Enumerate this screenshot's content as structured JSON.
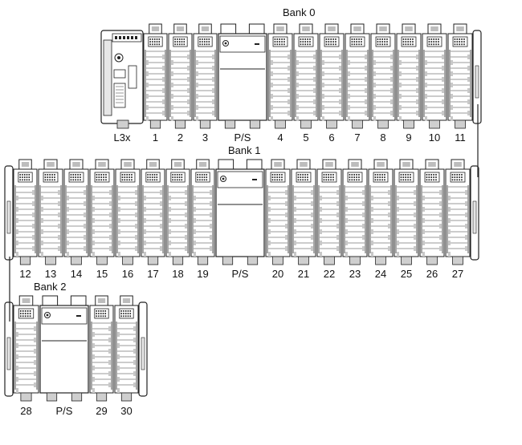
{
  "banks": [
    {
      "title": "Bank 0",
      "slots": [
        {
          "label": "L3x",
          "kind": "cpu"
        },
        {
          "label": "1",
          "kind": "io"
        },
        {
          "label": "2",
          "kind": "io"
        },
        {
          "label": "3",
          "kind": "io"
        },
        {
          "label": "P/S",
          "kind": "ps"
        },
        {
          "label": "4",
          "kind": "io"
        },
        {
          "label": "5",
          "kind": "io"
        },
        {
          "label": "6",
          "kind": "io"
        },
        {
          "label": "7",
          "kind": "io"
        },
        {
          "label": "8",
          "kind": "io"
        },
        {
          "label": "9",
          "kind": "io"
        },
        {
          "label": "10",
          "kind": "io"
        },
        {
          "label": "11",
          "kind": "io"
        }
      ]
    },
    {
      "title": "Bank 1",
      "slots": [
        {
          "label": "12",
          "kind": "io"
        },
        {
          "label": "13",
          "kind": "io"
        },
        {
          "label": "14",
          "kind": "io"
        },
        {
          "label": "15",
          "kind": "io"
        },
        {
          "label": "16",
          "kind": "io"
        },
        {
          "label": "17",
          "kind": "io"
        },
        {
          "label": "18",
          "kind": "io"
        },
        {
          "label": "19",
          "kind": "io"
        },
        {
          "label": "P/S",
          "kind": "ps"
        },
        {
          "label": "20",
          "kind": "io"
        },
        {
          "label": "21",
          "kind": "io"
        },
        {
          "label": "22",
          "kind": "io"
        },
        {
          "label": "23",
          "kind": "io"
        },
        {
          "label": "24",
          "kind": "io"
        },
        {
          "label": "25",
          "kind": "io"
        },
        {
          "label": "26",
          "kind": "io"
        },
        {
          "label": "27",
          "kind": "io"
        }
      ]
    },
    {
      "title": "Bank 2",
      "slots": [
        {
          "label": "28",
          "kind": "io"
        },
        {
          "label": "P/S",
          "kind": "ps"
        },
        {
          "label": "29",
          "kind": "io"
        },
        {
          "label": "30",
          "kind": "io"
        }
      ]
    }
  ]
}
